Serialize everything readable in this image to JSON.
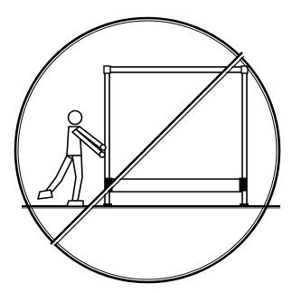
{
  "illustration": {
    "subject": "prohibited-action",
    "depicts": [
      "person",
      "frame-structure",
      "floor"
    ],
    "colors": {
      "stroke": "#000000",
      "fill": "#ffffff"
    }
  }
}
